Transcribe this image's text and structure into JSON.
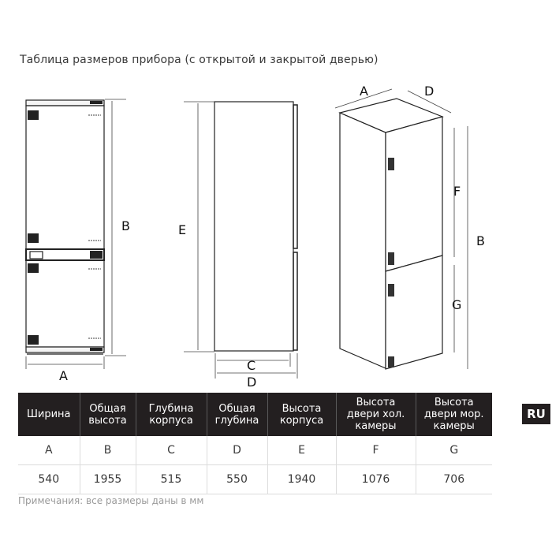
{
  "title": "Таблица размеров прибора (с открытой и закрытой дверью)",
  "language_badge": "RU",
  "drawings": {
    "front_view": {
      "labels": {
        "width": "A",
        "height": "B"
      }
    },
    "side_view": {
      "labels": {
        "height": "E",
        "body_depth": "C",
        "total_depth": "D"
      }
    },
    "perspective_view": {
      "labels": {
        "width": "A",
        "depth": "D",
        "fridge_door": "F",
        "freezer_door": "G",
        "height": "B"
      }
    }
  },
  "table": {
    "headers": [
      [
        "Ширина"
      ],
      [
        "Общая",
        "высота"
      ],
      [
        "Глубина",
        "корпуса"
      ],
      [
        "Общая",
        "глубина"
      ],
      [
        "Высота",
        "корпуса"
      ],
      [
        "Высота",
        "двери хол.",
        "камеры"
      ],
      [
        "Высота",
        "двери мор.",
        "камеры"
      ]
    ],
    "header_text": [
      "Ширина",
      "Общая высота",
      "Глубина корпуса",
      "Общая глубина",
      "Высота корпуса",
      "Высота двери хол. камеры",
      "Высота двери мор. камеры"
    ],
    "letters": [
      "A",
      "B",
      "C",
      "D",
      "E",
      "F",
      "G"
    ],
    "values": [
      "540",
      "1955",
      "515",
      "550",
      "1940",
      "1076",
      "706"
    ]
  },
  "note": "Примечания: все размеры даны в мм"
}
